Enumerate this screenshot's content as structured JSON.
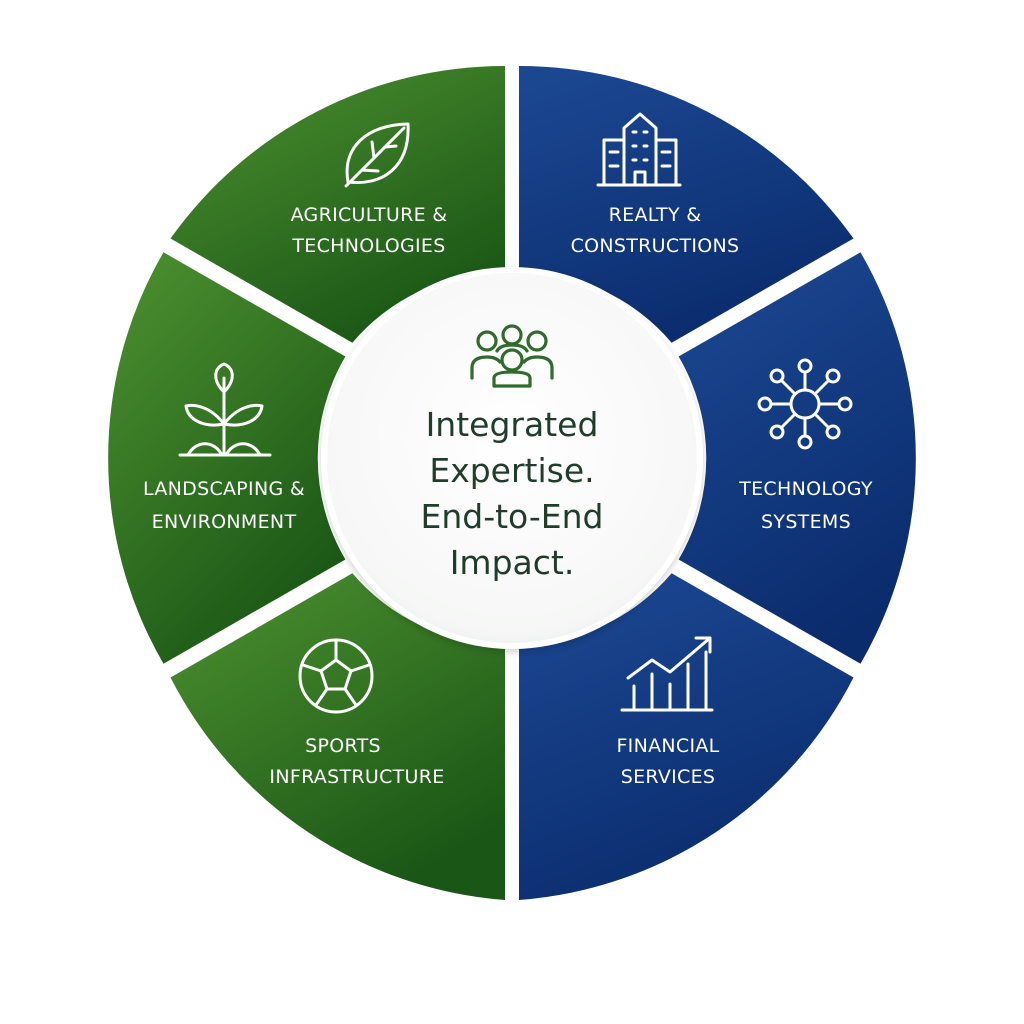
{
  "center": {
    "icon": "team-icon",
    "lines": [
      "Integrated",
      "Expertise.",
      "End-to-End",
      "Impact."
    ]
  },
  "segments": [
    {
      "id": "agriculture",
      "icon": "leaf-icon",
      "lines": [
        "AGRICULTURE &",
        "TECHNOLOGIES"
      ]
    },
    {
      "id": "realty",
      "icon": "building-icon",
      "lines": [
        "REALTY &",
        "CONSTRUCTIONS"
      ]
    },
    {
      "id": "technology",
      "icon": "network-icon",
      "lines": [
        "TECHNOLOGY",
        "SYSTEMS"
      ]
    },
    {
      "id": "financial",
      "icon": "growth-chart-icon",
      "lines": [
        "FINANCIAL",
        "SERVICES"
      ]
    },
    {
      "id": "sports",
      "icon": "soccer-ball-icon",
      "lines": [
        "SPORTS",
        "INFRASTRUCTURE"
      ]
    },
    {
      "id": "landscaping",
      "icon": "sprout-icon",
      "lines": [
        "LANDSCAPING &",
        "ENVIRONMENT"
      ]
    }
  ],
  "colors": {
    "green_light": "#4a8c2a",
    "green_dark": "#1c5a18",
    "blue_light": "#1d4a94",
    "blue_dark": "#0b2d6e",
    "center_text": "#1f3d2a",
    "center_icon": "#2f6b2a"
  }
}
